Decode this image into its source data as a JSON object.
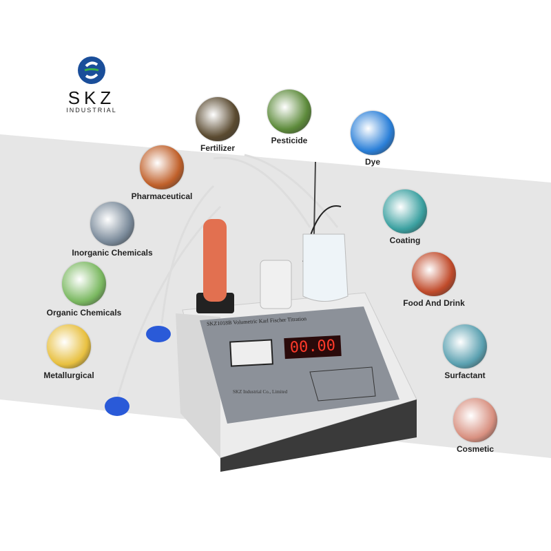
{
  "brand": {
    "name": "SKZ",
    "subtitle": "INDUSTRIAL"
  },
  "device": {
    "model_title": "SKZ1018B Volumetric Karl Fischer Titration",
    "display": "00.00",
    "company": "SKZ Industrial Co., Limited"
  },
  "applications": [
    {
      "label": "Fertilizer",
      "color": "#5a4a30"
    },
    {
      "label": "Pesticide",
      "color": "#5c8a3a"
    },
    {
      "label": "Dye",
      "color": "#2a7fd8"
    },
    {
      "label": "Pharmaceutical",
      "color": "#c0602a"
    },
    {
      "label": "Inorganic Chemicals",
      "color": "#7a8a9a"
    },
    {
      "label": "Organic Chemicals",
      "color": "#7ab860"
    },
    {
      "label": "Metallurgical",
      "color": "#e8c040"
    },
    {
      "label": "Coating",
      "color": "#3aa0a0"
    },
    {
      "label": "Food And Drink",
      "color": "#c04a2a"
    },
    {
      "label": "Surfactant",
      "color": "#5aa0b0"
    },
    {
      "label": "Cosmetic",
      "color": "#d89080"
    }
  ]
}
